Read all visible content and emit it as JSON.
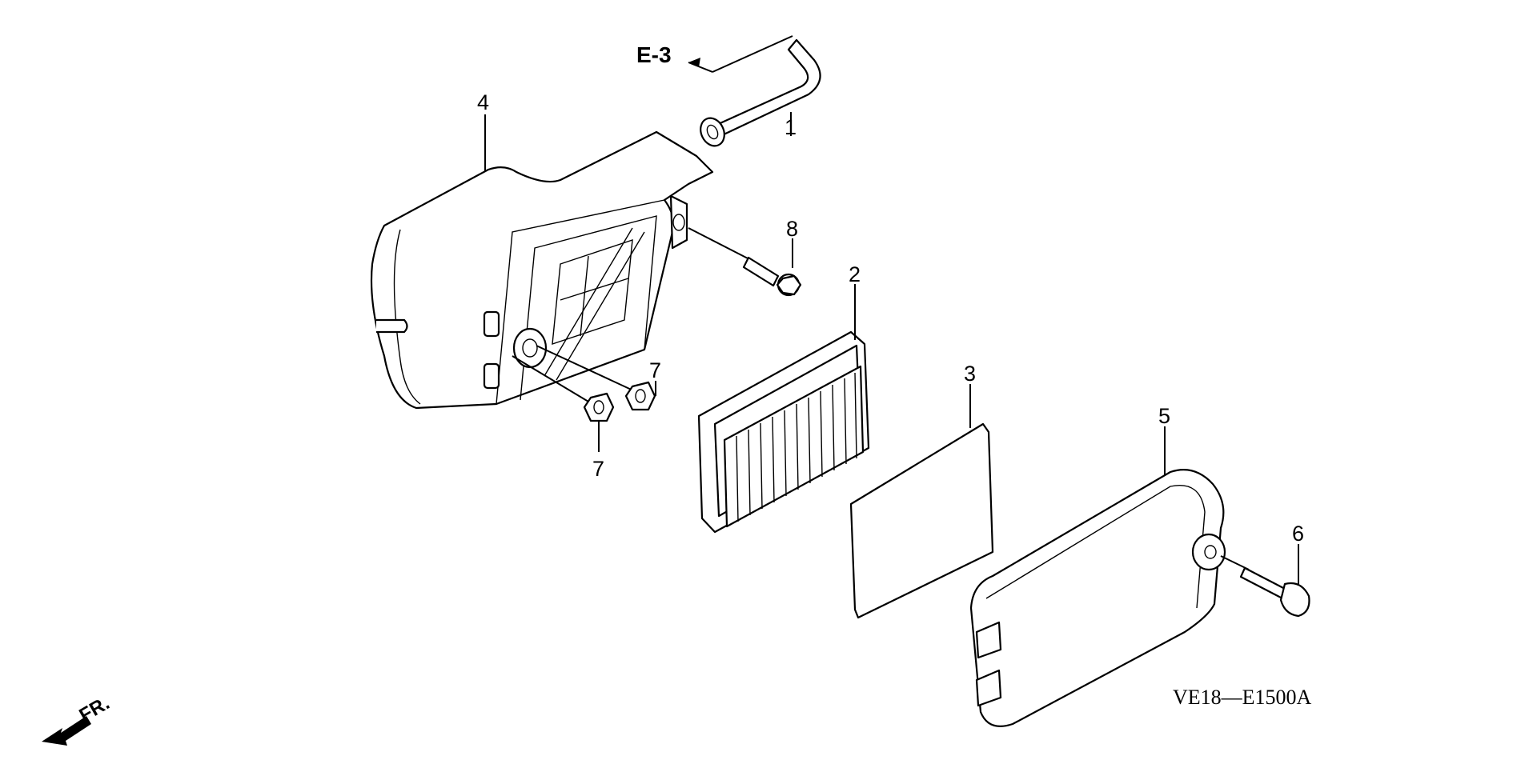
{
  "diagram": {
    "reference": "E-3",
    "code": "VE18—E1500A",
    "front_indicator": "FR.",
    "callouts": {
      "p1": "1",
      "p2": "2",
      "p3": "3",
      "p4": "4",
      "p5": "5",
      "p6": "6",
      "p7a": "7",
      "p7b": "7",
      "p8": "8"
    }
  }
}
